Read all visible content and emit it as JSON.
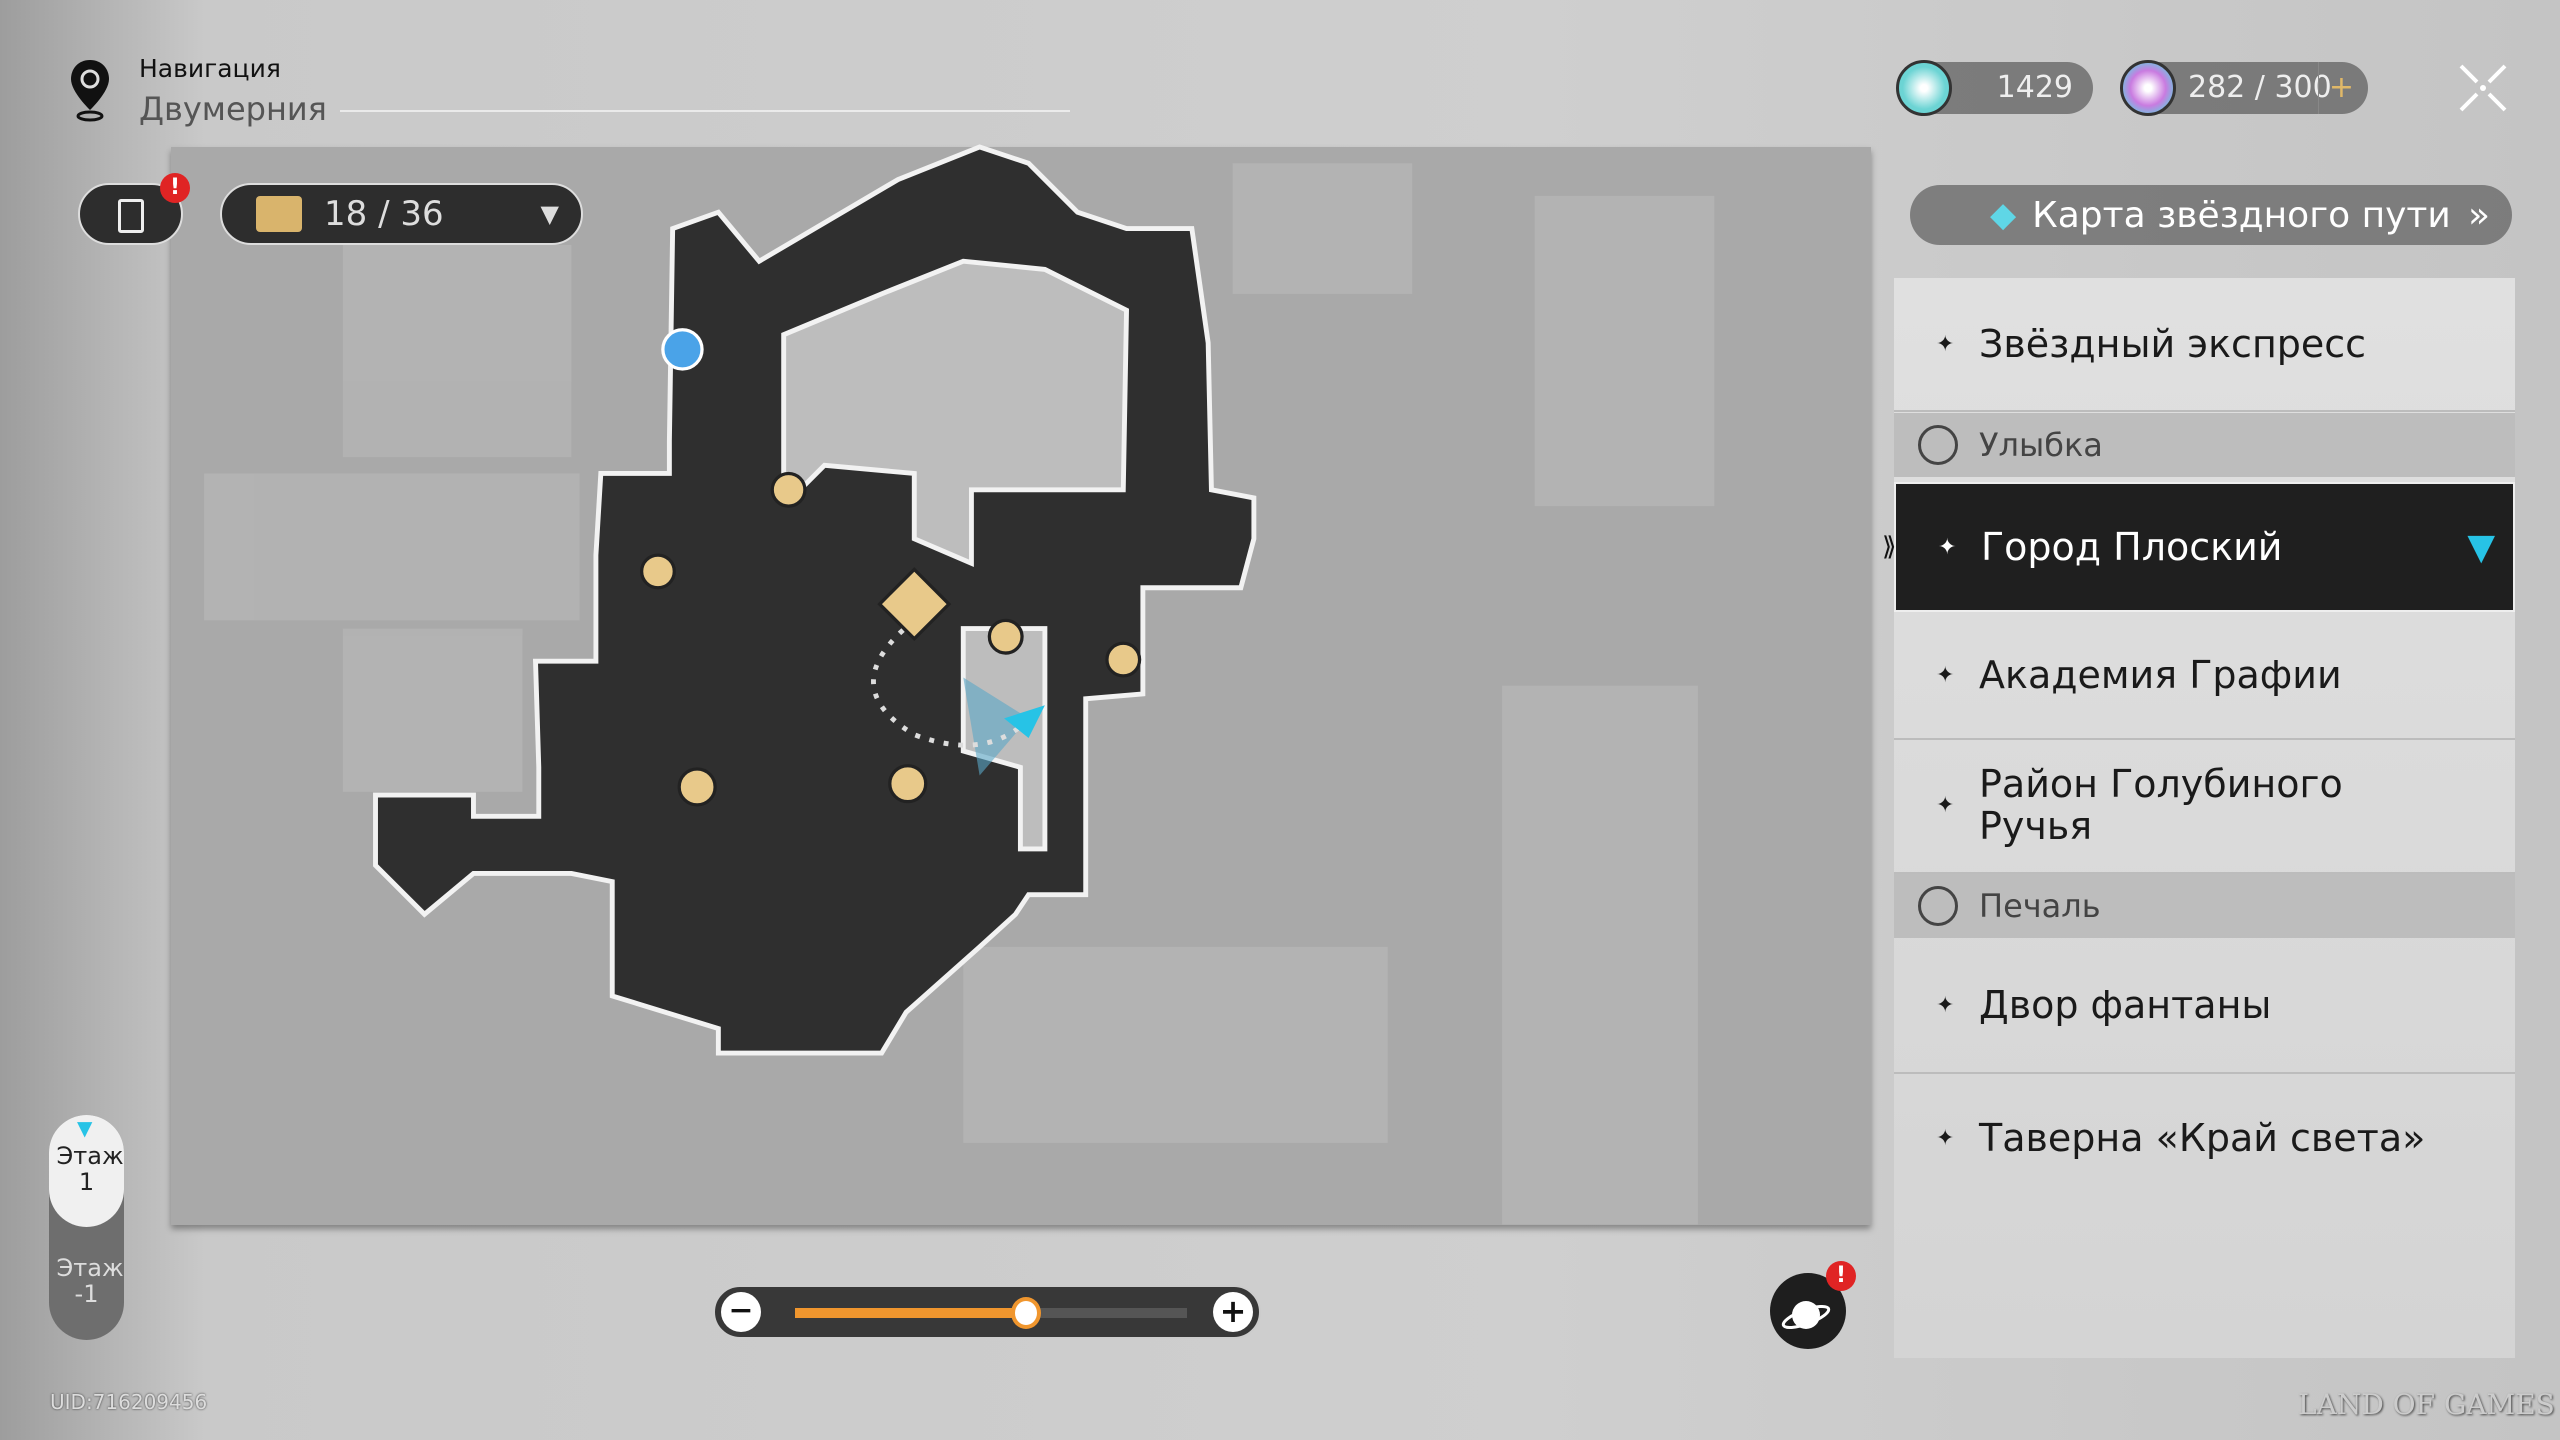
{
  "nav": {
    "title": "Навигация",
    "location": "Двумерния"
  },
  "toolbar": {
    "chest_count": "18 / 36",
    "task_badge": "!"
  },
  "currency": {
    "jade": "1429",
    "power": "282 / 300",
    "add": "+"
  },
  "star_map": {
    "label": "Карта звёздного пути",
    "arrow": "»"
  },
  "list": {
    "items": [
      {
        "label": "Звёздный экспресс"
      },
      {
        "header": "Улыбка"
      },
      {
        "label": "Город Плоский",
        "selected": true
      },
      {
        "label": "Академия Графии"
      },
      {
        "label": "Район Голубиного Ручья"
      },
      {
        "header": "Печаль"
      },
      {
        "label": "Двор фантаны"
      },
      {
        "label": "Таверна «Край света»"
      }
    ]
  },
  "floors": [
    {
      "label": "Этаж 1",
      "active": true
    },
    {
      "label": "Этаж -1",
      "active": false
    }
  ],
  "zoom": {
    "minus": "−",
    "plus": "+",
    "level_percent": 59
  },
  "planet_badge": "!",
  "uid": "UID:716209456",
  "watermark": "LAND OF GAMES",
  "colors": {
    "accent": "#f0962e",
    "selected_marker": "#27c3e6",
    "badge": "#e02424"
  }
}
